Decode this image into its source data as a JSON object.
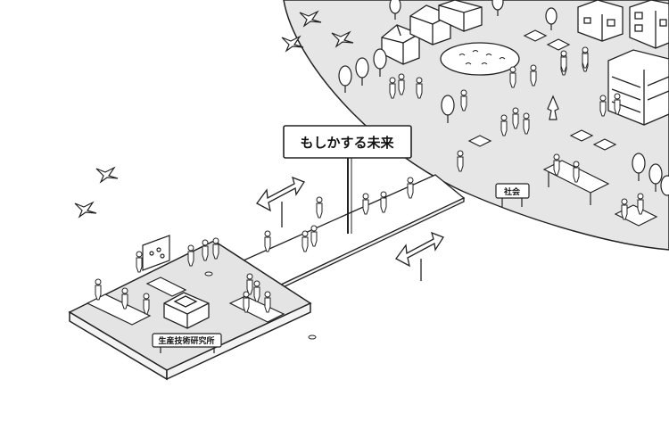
{
  "signboard": {
    "text": "もしかする未来"
  },
  "society_label": {
    "text": "社会"
  },
  "institute_label": {
    "text": "生産技術研究所"
  },
  "colors": {
    "society_area": "#e6e6e6",
    "platform_top": "#e4e4e4",
    "platform_side": "#f4f4f4",
    "line": "#222222",
    "building": "#ffffff"
  },
  "icons": {
    "birds": "bird-icon",
    "trees": "tree-icon",
    "people": "person-icon",
    "arrows": "direction-arrow-icon"
  }
}
